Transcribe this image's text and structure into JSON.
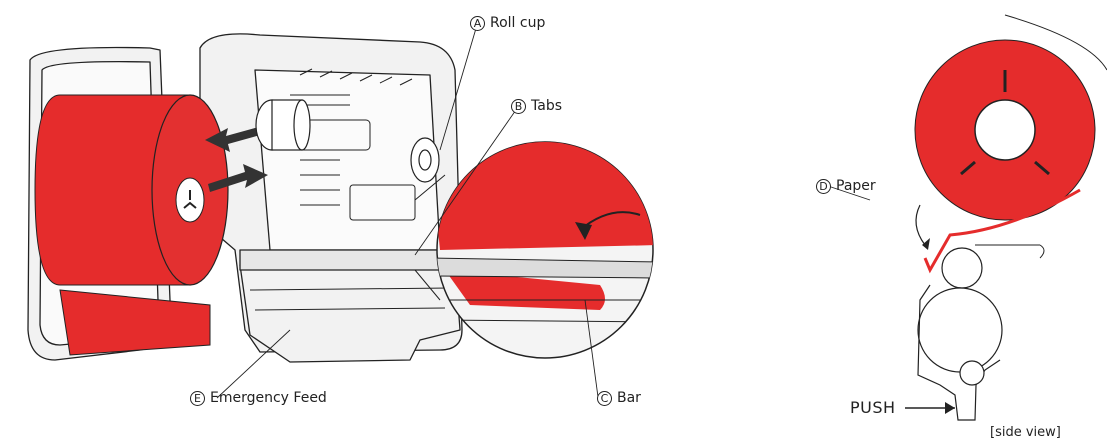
{
  "labels": {
    "a": {
      "letter": "A",
      "text": "Roll cup"
    },
    "b": {
      "letter": "B",
      "text": "Tabs"
    },
    "c": {
      "letter": "C",
      "text": "Bar"
    },
    "d": {
      "letter": "D",
      "text": "Paper"
    },
    "e": {
      "letter": "E",
      "text": "Emergency Feed"
    }
  },
  "push_text": "PUSH",
  "side_view_caption": "[side view]",
  "colors": {
    "paper_red": "#e52c2c",
    "line": "#222222",
    "housing": "#f2f2f2"
  }
}
